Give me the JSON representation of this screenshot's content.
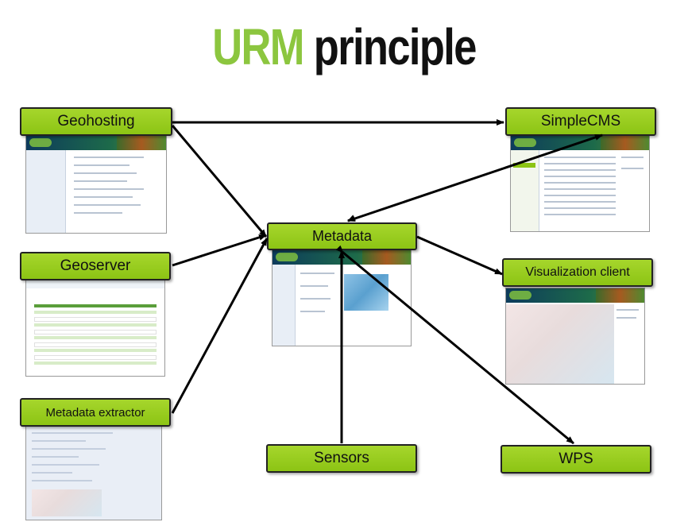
{
  "title": {
    "highlight": "URM",
    "rest": "principle"
  },
  "nodes": {
    "geohosting": "Geohosting",
    "geoserver": "Geoserver",
    "metadata_extractor": "Metadata extractor",
    "metadata": "Metadata",
    "sensors": "Sensors",
    "simplecms": "SimpleCMS",
    "visualization_client": "Visualization client",
    "wps": "WPS"
  },
  "colors": {
    "title_accent": "#8cc63f",
    "node_fill": "#99cc1f",
    "arrow": "#000000"
  }
}
